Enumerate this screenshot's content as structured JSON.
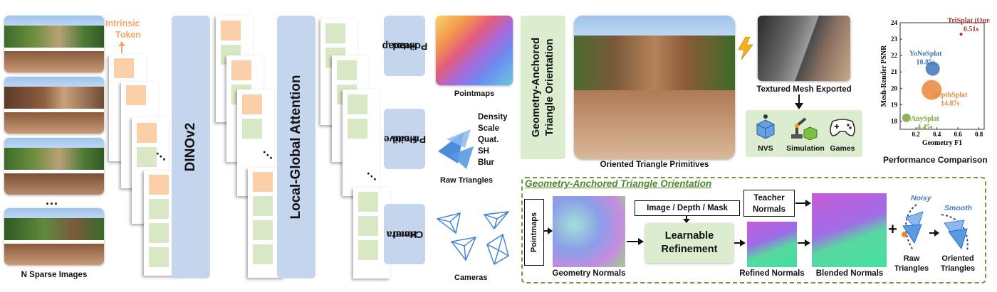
{
  "inputs": {
    "caption": "N Sparse Images",
    "ellipsis": "..."
  },
  "intrinsic_token": {
    "line1": "Intrinsic",
    "line2": "Token"
  },
  "backbone": {
    "dinov2": "DINOv2",
    "local_global": "Local-Global Attention"
  },
  "heads": {
    "pointmap": {
      "line1": "Pointmap",
      "line2": "Head",
      "output": "Pointmaps"
    },
    "primitive": {
      "line1": "Primitive",
      "line2": "Head",
      "output": "Raw Triangles",
      "attributes": [
        "Density",
        "Scale",
        "Quat.",
        "SH",
        "Blur"
      ]
    },
    "camera": {
      "line1": "Camera",
      "line2": "Head",
      "output": "Cameras"
    }
  },
  "gato": {
    "line1": "Geometry-Anchored",
    "line2": "Triangle Orientation"
  },
  "render": {
    "caption": "Oriented Triangle Primitives"
  },
  "mesh": {
    "caption": "Textured Mesh Exported",
    "apps": [
      "NVS",
      "Simulation",
      "Games"
    ]
  },
  "perf": {
    "caption": "Performance Comparison",
    "ylabel": "Mesh-Render PSNR",
    "xlabel": "Geometry F1",
    "yticks": [
      "24",
      "23",
      "22",
      "21",
      "20",
      "19",
      "18"
    ],
    "xticks": [
      "0.2",
      "0.4",
      "0.6",
      "0.8"
    ]
  },
  "chart_data": {
    "type": "scatter",
    "xlabel": "Geometry F1",
    "ylabel": "Mesh-Render PSNR",
    "xlim": [
      0.05,
      0.85
    ],
    "ylim": [
      17.5,
      24
    ],
    "points": [
      {
        "name": "TriSplat (Ours)",
        "time": "0.51s",
        "x": 0.63,
        "y": 23.3,
        "color": "#b03030"
      },
      {
        "name": "YoNoSplat",
        "time": "10.85s",
        "x": 0.36,
        "y": 21.2,
        "color": "#3d74b8"
      },
      {
        "name": "DepthSplat",
        "time": "14.87s",
        "x": 0.35,
        "y": 19.9,
        "color": "#e8873a"
      },
      {
        "name": "AnySplat",
        "time": "4.45s",
        "x": 0.11,
        "y": 18.2,
        "color": "#7aa63a"
      }
    ]
  },
  "module": {
    "title": "Geometry-Anchored Triangle Orientation",
    "pointmaps_in": "Pointmaps",
    "geometry_normals": "Geometry Normals",
    "conditions": "Image / Depth / Mask",
    "refine_line1": "Learnable",
    "refine_line2": "Refinement",
    "teacher_line1": "Teacher",
    "teacher_line2": "Normals",
    "refined_normals": "Refined Normals",
    "blended_normals": "Blended Normals",
    "raw_line1": "Raw",
    "raw_line2": "Triangles",
    "oriented_line1": "Oriented",
    "oriented_line2": "Triangles",
    "noisy": "Noisy",
    "smooth": "Smooth",
    "plus": "+"
  },
  "colors": {
    "token": "#fbcfa8",
    "patch": "#d8e8c4",
    "head": "#c5d5ee",
    "module": "#dceccf",
    "dashed": "#6e9c3c"
  }
}
